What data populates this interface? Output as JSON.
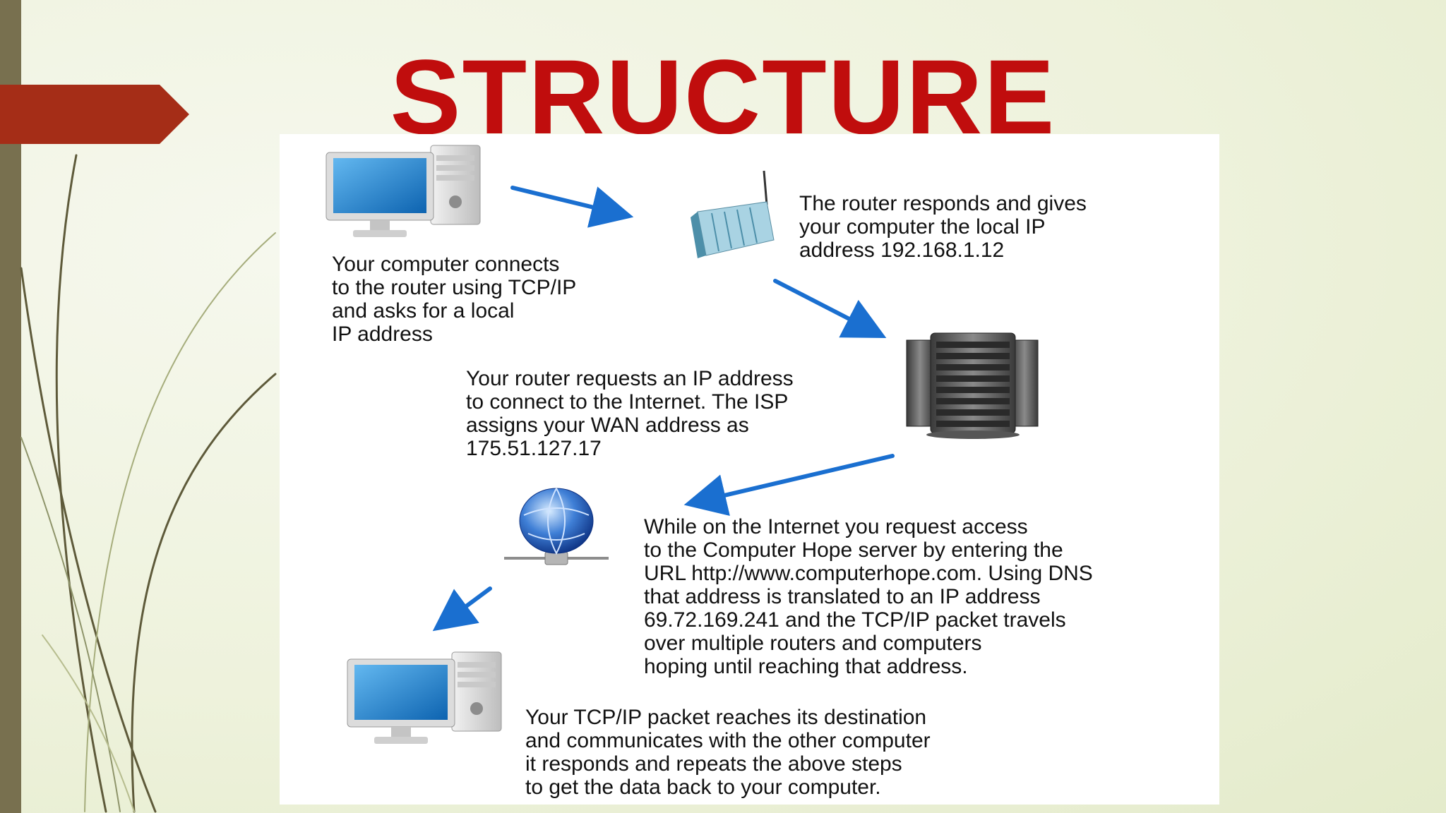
{
  "slide": {
    "title": "STRUCTURE",
    "accent_color": "#c00d0d",
    "tab_color": "#a52d17"
  },
  "diagram": {
    "icons": [
      "computer-icon",
      "router-icon",
      "isp-server-icon",
      "internet-globe-icon",
      "destination-computer-icon"
    ],
    "arrow_color": "#1a6fd0",
    "steps": [
      {
        "text": "Your computer connects\nto the router using TCP/IP\nand asks for a local\nIP address"
      },
      {
        "text": "The router responds and gives\nyour computer the local IP\naddress 192.168.1.12"
      },
      {
        "text": "Your router requests an IP address\nto connect to the Internet. The ISP\nassigns your WAN address as\n175.51.127.17"
      },
      {
        "text": "While on the Internet you request access\nto the Computer Hope server by entering the\nURL http://www.computerhope.com. Using DNS\nthat address is translated to an IP address\n69.72.169.241 and the TCP/IP packet travels\nover multiple routers and computers\nhoping until reaching that address."
      },
      {
        "text": "Your TCP/IP packet reaches its destination\nand communicates with the other computer\nit responds and repeats the above steps\nto get the data back to your computer."
      }
    ]
  }
}
